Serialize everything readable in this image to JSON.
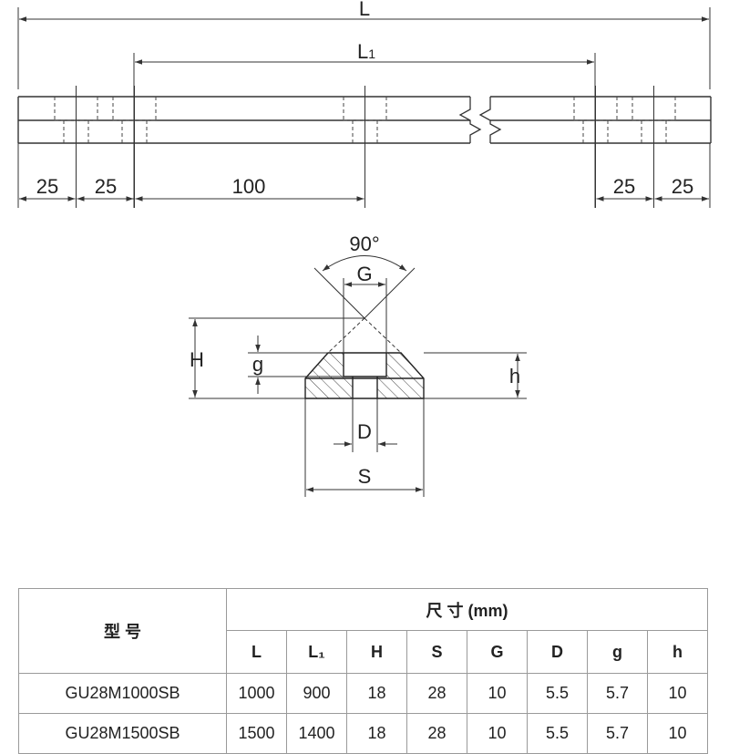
{
  "top_view": {
    "L": "L",
    "L1_main": "L",
    "L1_sub": "1",
    "dims": [
      "25",
      "25",
      "100",
      "25",
      "25"
    ]
  },
  "section": {
    "angle": "90°",
    "G": "G",
    "H": "H",
    "g": "g",
    "h": "h",
    "D": "D",
    "S": "S"
  },
  "table": {
    "model_header": "型 号",
    "size_header": "尺 寸 (mm)",
    "columns": [
      "L",
      "L₁",
      "H",
      "S",
      "G",
      "D",
      "g",
      "h"
    ],
    "rows": [
      [
        "GU28M1000SB",
        "1000",
        "900",
        "18",
        "28",
        "10",
        "5.5",
        "5.7",
        "10"
      ],
      [
        "GU28M1500SB",
        "1500",
        "1400",
        "18",
        "28",
        "10",
        "5.5",
        "5.7",
        "10"
      ]
    ]
  }
}
